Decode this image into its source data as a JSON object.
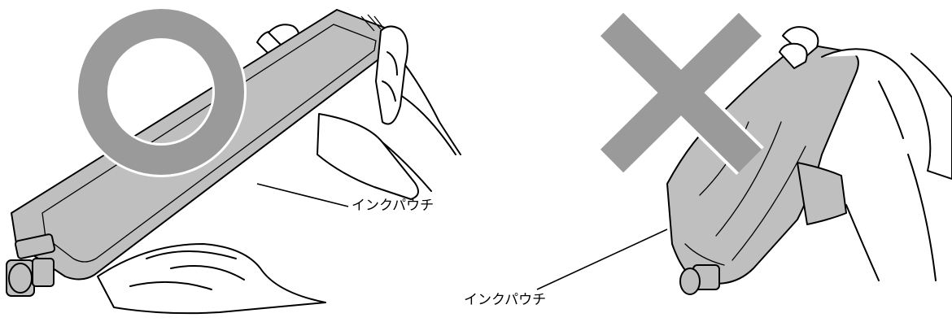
{
  "panels": [
    {
      "id": "correct",
      "mark": "circle",
      "mark_meaning": "correct",
      "callout": "インクパウチ"
    },
    {
      "id": "incorrect",
      "mark": "cross",
      "mark_meaning": "incorrect",
      "callout": "インクパウチ"
    }
  ],
  "colors": {
    "pouch_fill": "#bfbfbf",
    "mark_fill": "#9a9a9a",
    "outline": "#000000",
    "background": "#ffffff"
  },
  "icons": {
    "correct": "circle-ok-icon",
    "incorrect": "cross-ng-icon"
  }
}
